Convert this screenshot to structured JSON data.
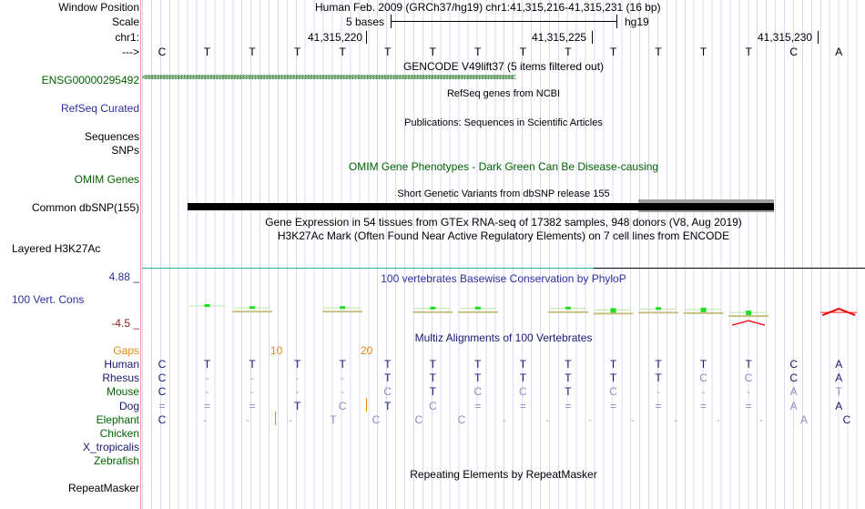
{
  "header": {
    "window_position_label": "Window Position",
    "window_position_value": "Human Feb. 2009 (GRCh37/hg19)   chr1:41,315,216-41,315,231 (16 bp)",
    "scale_label": "Scale",
    "scale_value": "5 bases",
    "scale_assembly": "hg19",
    "chrom_label": "chr1:",
    "coords": [
      "41,315,220",
      "41,315,225",
      "41,315,230"
    ],
    "strand_label": "--->",
    "bases": [
      "C",
      "T",
      "T",
      "T",
      "T",
      "T",
      "T",
      "T",
      "T",
      "T",
      "T",
      "T",
      "T",
      "T",
      "C",
      "A"
    ]
  },
  "tracks": {
    "gencode_title": "GENCODE V49lift37 (5 items filtered out)",
    "gencode_gene": "ENSG00000295492",
    "gencode_strand_arrows": "<<<<<<<<<<<<<<<<<<<<<<<<<<<<<<<<<<<<<<<<<<<<<<<<<<<<<<<<<<<<<<<<<<<<<<<<<<<<<<<<<<<<<<<<<<<<<<<<<<<<<<<<<<<<<<<<<<<<<<<<<<<<<<",
    "refseq_title": "RefSeq genes from NCBI",
    "refseq_label": "RefSeq Curated",
    "pubs_title": "Publications: Sequences in Scientific Articles",
    "pubs_label1": "Sequences",
    "pubs_label2": "SNPs",
    "omim_title": "OMIM Gene Phenotypes - Dark Green Can Be Disease-causing",
    "omim_label": "OMIM Genes",
    "dbsnp_title": "Short Genetic Variants from dbSNP release 155",
    "dbsnp_label": "Common dbSNP(155)",
    "gtex_title": "Gene Expression in 54 tissues from GTEx RNA-seq of 17382 samples, 948 donors (V8, Aug 2019)",
    "h3k27ac_title": "H3K27Ac Mark (Often Found Near Active Regulatory Elements) on 7 cell lines from ENCODE",
    "h3k27ac_label": "Layered H3K27Ac",
    "phylop_title": "100 vertebrates Basewise Conservation by PhyloP",
    "phylop_label": "100 Vert. Cons",
    "phylop_max": "4.88 _",
    "phylop_min": "-4.5 _",
    "phylop_scores": [
      null,
      -1.2,
      -1.6,
      null,
      -1.6,
      null,
      -1.7,
      -1.7,
      null,
      -1.7,
      -2.0,
      -1.8,
      -1.9,
      -2.5,
      null,
      -2.5
    ],
    "multiz_title": "Multiz Alignments of 100 Vertebrates",
    "gaps_label": "Gaps",
    "gap_ticks": [
      "10",
      "20"
    ],
    "species": [
      {
        "name": "Human",
        "color": "#191970",
        "seq": "CTTTTTTTTTTTTTCA",
        "light": "0000000000000000"
      },
      {
        "name": "Rhesus",
        "color": "#191970",
        "seq": "C----TTTTTTTCCCA",
        "light": "0000000000001100"
      },
      {
        "name": "Mouse",
        "color": "#006400",
        "seq": "C----CTCCTC---AT",
        "light": "0000010110100011"
      },
      {
        "name": "Dog",
        "color": "#191970",
        "seq": "===TCTC=======AA",
        "light": "1110101111111110"
      },
      {
        "name": "Elephant",
        "color": "#006400",
        "seq": "C---TCCC-------AC",
        "light": "0000111100000011"
      },
      {
        "name": "Chicken",
        "color": "#006400",
        "seq": "",
        "light": ""
      },
      {
        "name": "X_tropicalis",
        "color": "#191970",
        "seq": "",
        "light": ""
      },
      {
        "name": "Zebrafish",
        "color": "#006400",
        "seq": "",
        "light": ""
      }
    ],
    "repeatmasker_title": "Repeating Elements by RepeatMasker",
    "repeatmasker_label": "RepeatMasker"
  }
}
